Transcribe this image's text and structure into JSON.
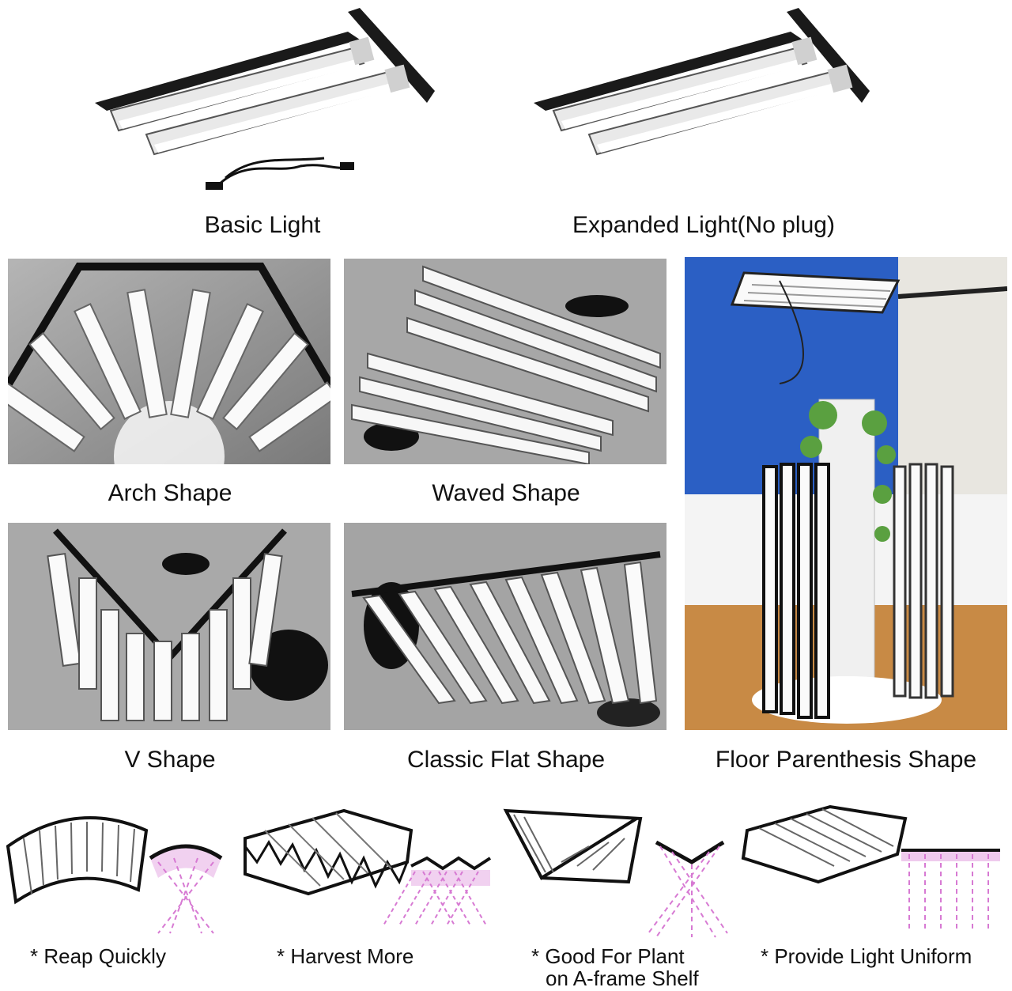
{
  "products": {
    "basic_label": "Basic Light",
    "expanded_label": "Expanded Light(No plug)"
  },
  "shapes": {
    "arch": "Arch Shape",
    "waved": "Waved Shape",
    "v": "V Shape",
    "flat": "Classic Flat Shape",
    "floor": "Floor Parenthesis Shape"
  },
  "benefits": {
    "reap": "* Reap Quickly",
    "harvest": "* Harvest More",
    "aframe_line1": "* Good For Plant",
    "aframe_line2": "on A-frame Shelf",
    "uniform": "* Provide Light Uniform"
  },
  "colors": {
    "fixture_black": "#1a1a1a",
    "tube_white": "#f6f6f6",
    "beam_pink": "#d77ad3",
    "tent_gray": "#8f8f8f"
  }
}
